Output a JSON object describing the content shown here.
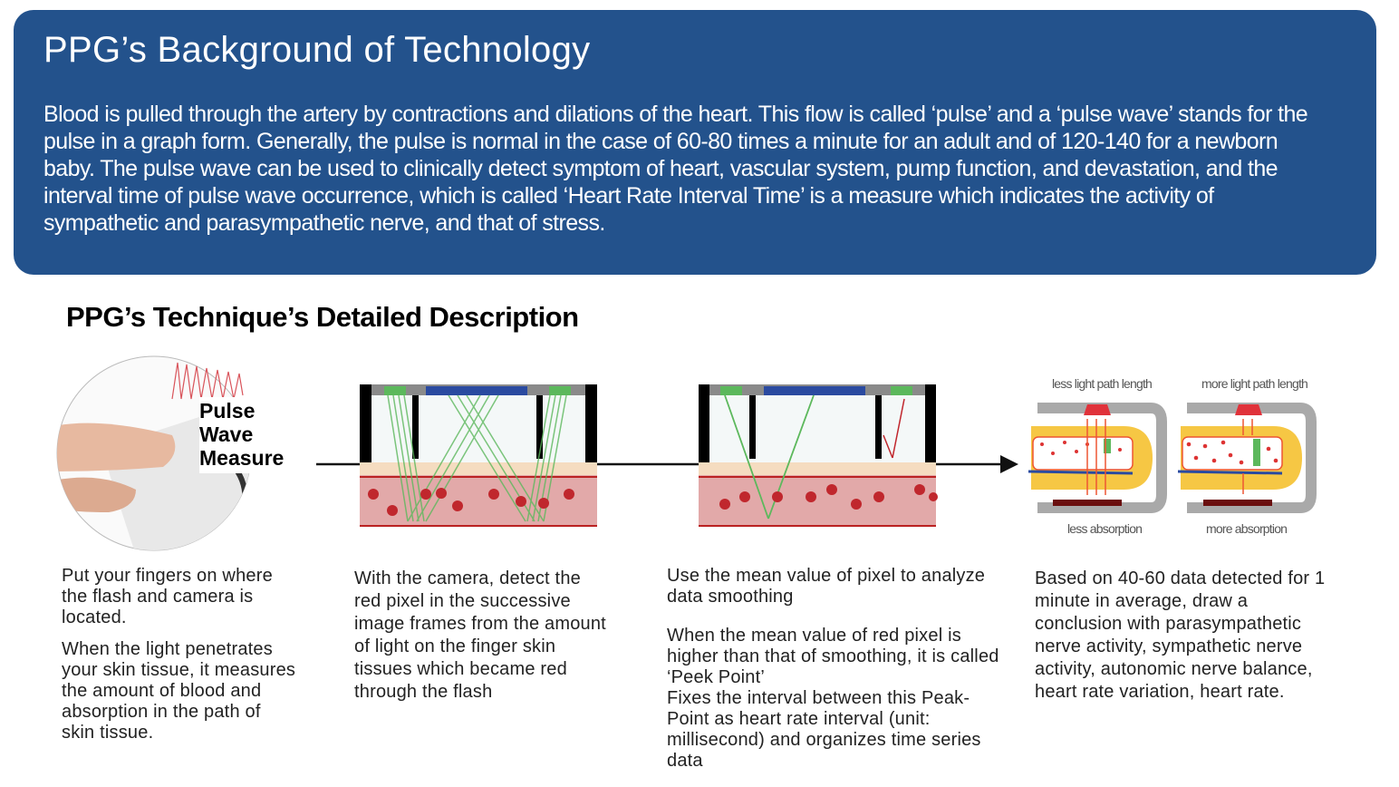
{
  "banner": {
    "title": "PPG’s Background of Technology",
    "body": "Blood is pulled through the artery by contractions and dilations of the heart. This flow is called ‘pulse’ and a ‘pulse wave’ stands for the pulse in a graph form. Generally, the pulse is normal in the case of 60-80 times a minute for an adult and of 120-140 for a newborn baby. The pulse wave can be used to clinically detect symptom of heart, vascular system, pump function, and devastation, and the interval time of pulse wave occurrence, which is called ‘Heart Rate Interval Time’ is a measure which indicates the activity of sympathetic and parasympathetic nerve, and that of stress."
  },
  "section_title": "PPG’s Technique’s Detailed Description",
  "diagram": {
    "pulse_label": "Pulse Wave Measure",
    "less_path": "less light path length",
    "more_path": "more light path length",
    "less_absorption": "less absorption",
    "more_absorption": "more absorption"
  },
  "steps": [
    {
      "paragraphs": [
        "Put your fingers on where the flash and camera is located.",
        "When the light penetrates your skin tissue, it measures the amount of blood and absorption in the path of skin tissue."
      ]
    },
    {
      "paragraphs": [
        "With the camera, detect the red pixel in the successive image frames from the amount of light on the finger skin tissues which became red through the flash"
      ]
    },
    {
      "paragraphs": [
        "Use the mean value of pixel to analyze data smoothing",
        "When the mean value of red pixel is higher than that of smoothing, it is called ‘Peek Point’",
        "Fixes the interval between this Peak-Point as heart rate interval (unit: millisecond) and organizes time series data"
      ]
    },
    {
      "paragraphs": [
        "Based on 40-60 data detected for 1 minute in average, draw a conclusion with parasympathetic nerve activity, sympathetic nerve activity, autonomic nerve balance, heart rate variation, heart rate."
      ]
    }
  ],
  "colors": {
    "banner": "#23528c",
    "light": "#5cb85c",
    "blood": "#c0272d"
  }
}
